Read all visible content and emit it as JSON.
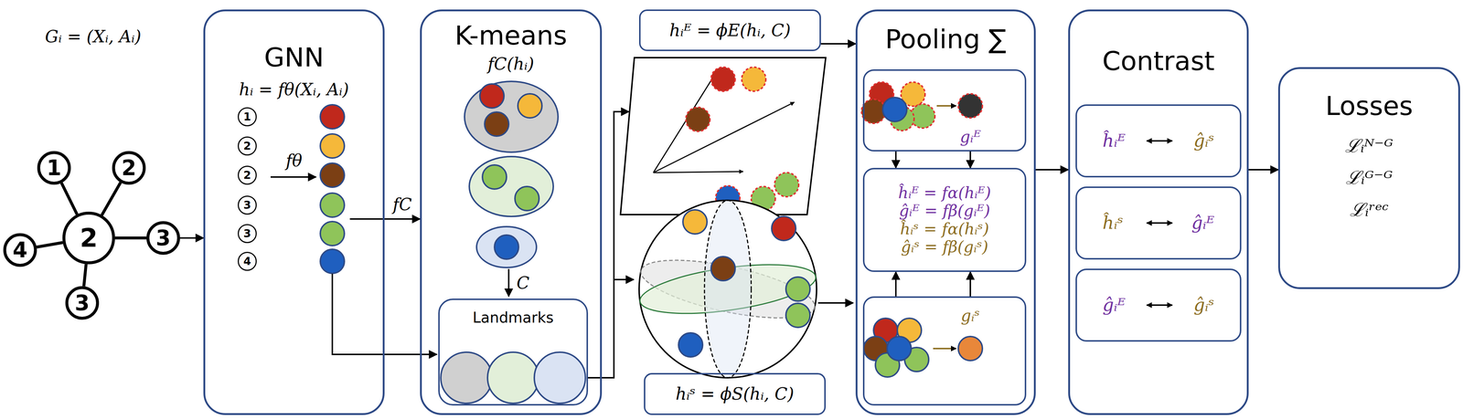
{
  "diagram": {
    "nodes": [
      {
        "text": [
          "1"
        ]
      },
      {
        "text": [
          "2"
        ]
      },
      {
        "text": [
          "4"
        ]
      },
      {
        "text": [
          "2"
        ]
      },
      {
        "text": [
          "3"
        ]
      },
      {
        "text": [
          "3"
        ]
      },
      {
        "text": [
          "GNN",
          "hᵢ = fθ(Xᵢ, Aᵢ)"
        ]
      },
      {
        "text": [
          "1"
        ],
        "in": 6
      },
      {
        "text": [
          "2"
        ],
        "in": 6
      },
      {
        "text": [
          "2"
        ],
        "in": 6
      },
      {
        "text": [
          "3"
        ],
        "in": 6
      },
      {
        "text": [
          "3"
        ],
        "in": 6
      },
      {
        "text": [
          "4"
        ],
        "in": 6
      },
      {
        "text": [
          "K-means",
          "fC(hᵢ)"
        ]
      },
      {
        "text": [
          "Landmarks"
        ],
        "in": 13
      },
      {
        "text": [
          "hᵢᴱ = ϕE(hᵢ, C)"
        ]
      },
      {
        "text": [
          "hᵢˢ = ϕS(hᵢ, C)"
        ]
      },
      {
        "text": [
          "Pooling ∑"
        ]
      },
      {
        "text": [
          "gᵢᴱ"
        ],
        "in": 17
      },
      {
        "text": [
          "ĥᵢᴱ = fα(hᵢᴱ)",
          "ĝᵢᴱ = fβ(gᵢᴱ)",
          "ĥᵢˢ = fα(hᵢˢ)",
          "ĝᵢˢ = fβ(gᵢˢ)"
        ],
        "in": 17
      },
      {
        "text": [
          "gᵢˢ"
        ],
        "in": 17
      },
      {
        "text": [
          "Contrast"
        ]
      },
      {
        "text": [
          "ĥᵢᴱ",
          "ĝᵢˢ"
        ],
        "in": 21
      },
      {
        "text": [
          "ĥᵢˢ",
          "ĝᵢᴱ"
        ],
        "in": 21
      },
      {
        "text": [
          "ĝᵢᴱ",
          "ĝᵢˢ"
        ],
        "in": 21
      },
      {
        "text": [
          "Losses",
          "ℒᵢᴺ⁻ᴳ",
          "ℒᵢᴳ⁻ᴳ",
          "ℒᵢʳᵉᶜ"
        ]
      }
    ],
    "edges": [
      {
        "from": 3,
        "to": 0,
        "arrow": "none"
      },
      {
        "from": 3,
        "to": 1,
        "arrow": "none"
      },
      {
        "from": 3,
        "to": 2,
        "arrow": "none"
      },
      {
        "from": 3,
        "to": 4,
        "arrow": "none"
      },
      {
        "from": 3,
        "to": 5,
        "arrow": "none"
      },
      {
        "from": 4,
        "to": 6,
        "arrow": "to"
      },
      {
        "from": 6,
        "to": 13,
        "label": "fC",
        "arrow": "to"
      },
      {
        "from": 15,
        "to": 17,
        "arrow": "to"
      },
      {
        "from": 17,
        "to": 21,
        "arrow": "to"
      },
      {
        "from": 21,
        "to": 25,
        "arrow": "to"
      },
      {
        "from": 18,
        "to": 19,
        "arrow": "to"
      },
      {
        "from": 18,
        "to": 19,
        "arrow": "to"
      },
      {
        "from": 20,
        "to": 19,
        "arrow": "to"
      },
      {
        "from": 20,
        "to": 19,
        "arrow": "to"
      }
    ],
    "labels": [
      "Gᵢ = (Xᵢ, Aᵢ)",
      "fθ",
      "C"
    ]
  }
}
